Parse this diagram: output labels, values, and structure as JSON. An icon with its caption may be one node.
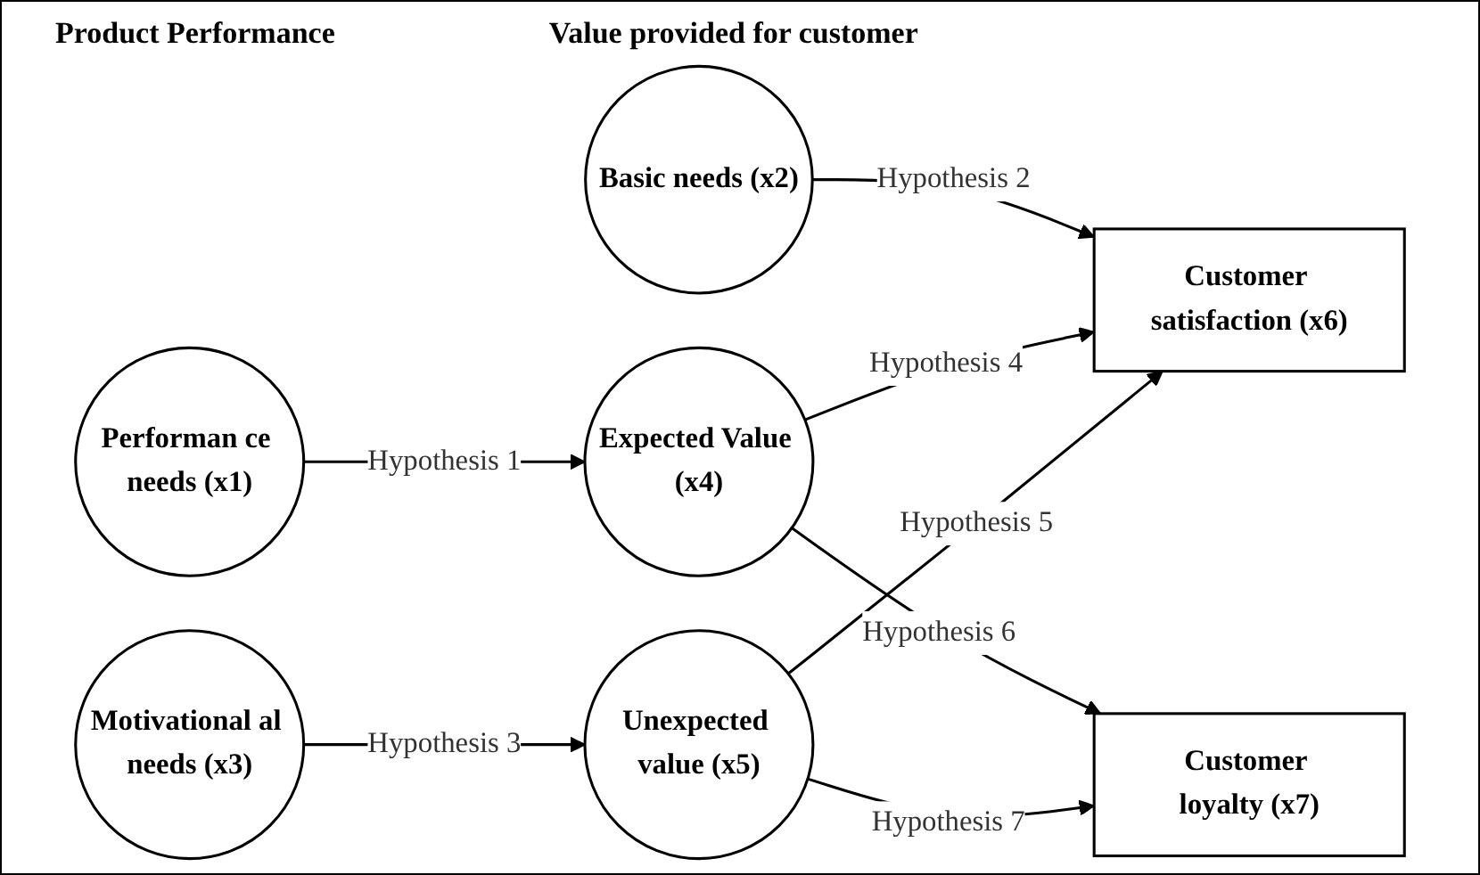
{
  "diagram": {
    "nodes": [
      {
        "text": [
          "Performan ce needs (x1)"
        ]
      },
      {
        "text": [
          "Basic needs (x2)"
        ]
      },
      {
        "text": [
          "Motivational al needs (x3)"
        ]
      },
      {
        "text": [
          "Expected Value (x4)"
        ]
      },
      {
        "text": [
          "Unexpected value (x5)"
        ]
      },
      {
        "text": [
          "Customer satisfaction (x6)"
        ]
      },
      {
        "text": [
          "Customer loyalty (x7)"
        ]
      }
    ],
    "edges": [
      {
        "from": 0,
        "to": 3,
        "arrow": "to",
        "label": "Hypothesis 1"
      },
      {
        "from": 1,
        "to": 5,
        "arrow": "to",
        "label": "Hypothesis 2"
      },
      {
        "from": 2,
        "to": 4,
        "arrow": "to",
        "label": "Hypothesis 3"
      },
      {
        "from": 3,
        "to": 5,
        "arrow": "to",
        "label": "Hypothesis 4"
      },
      {
        "from": 4,
        "to": 5,
        "arrow": "to",
        "label": "Hypothesis 5"
      },
      {
        "from": 3,
        "to": 6,
        "arrow": "to",
        "label": "Hypothesis 6"
      },
      {
        "from": 4,
        "to": 6,
        "arrow": "to",
        "label": "Hypothesis 7"
      }
    ],
    "labels": [
      "Product Performance",
      "Value provided for customer"
    ]
  }
}
